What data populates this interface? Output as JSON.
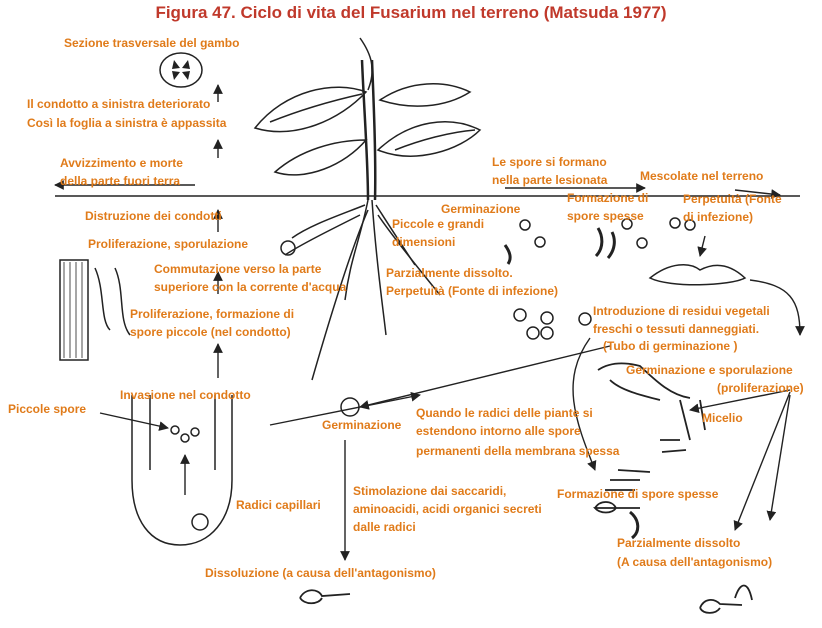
{
  "title": "Figura 47. Ciclo di vita del Fusarium nel terreno (Matsuda 1977)",
  "colors": {
    "title": "#c0392b",
    "labels": "#e07b1a",
    "drawing": "#222222"
  },
  "labels": {
    "sezione": "Sezione trasversale del gambo",
    "condotto_1": "Il condotto a sinistra deteriorato",
    "condotto_2": "Così la foglia a sinistra è appassita",
    "avvizzimento_1": "Avvizzimento e morte",
    "avvizzimento_2": "della parte fuori terra",
    "distruzione": "Distruzione dei condotti",
    "proliferazione_sporulazione": "Proliferazione, sporulazione",
    "commutazione_1": "Commutazione verso la parte",
    "commutazione_2": "superiore con la corrente d'acqua",
    "prolif_formazione_1": "Proliferazione, formazione di",
    "prolif_formazione_2": "spore piccole (nel condotto)",
    "invasione": "Invasione nel condotto",
    "piccole_spore": "Piccole spore",
    "radici_capillari": "Radici capillari",
    "germinazione_bottom": "Germinazione",
    "stimolazione_1": "Stimolazione dai saccaridi,",
    "stimolazione_2": "aminoacidi, acidi organici secreti",
    "stimolazione_3": "dalle radici",
    "dissoluzione": "Dissoluzione (a causa dell'antagonismo)",
    "spore_formano_1": "Le spore si formano",
    "spore_formano_2": "nella parte lesionata",
    "mescolate": "Mescolate nel terreno",
    "germinazione_top": "Germinazione",
    "formazione_spesse_1": "Formazione di",
    "formazione_spesse_2": "spore spesse",
    "perpetuita_1_a": "Perpetuità (Fonte",
    "perpetuita_1_b": "di infezione)",
    "piccole_grandi_1": "Piccole e grandi",
    "piccole_grandi_2": "dimensioni",
    "parz_dissolto_1": "Parzialmente dissolto.",
    "parz_dissolto_2": "Perpetuità (Fonte di infezione)",
    "introduzione_1": "Introduzione di residui vegetali",
    "introduzione_2": "freschi o tessuti danneggiati.",
    "tubo": "(Tubo di germinazione )",
    "germ_sporulazione_1": "Germinazione e sporulazione",
    "germ_sporulazione_2": "(proliferazione)",
    "micelio": "Micelio",
    "quando_1": "Quando le radici delle piante si",
    "quando_2": "estendono intorno alle spore",
    "quando_3": "permanenti della membrana spessa",
    "formazione_spesse_bottom": "Formazione di spore spesse",
    "parz_dissolto_b1": "Parzialmente dissolto",
    "parz_dissolto_b2": "(A causa dell'antagonismo)"
  }
}
